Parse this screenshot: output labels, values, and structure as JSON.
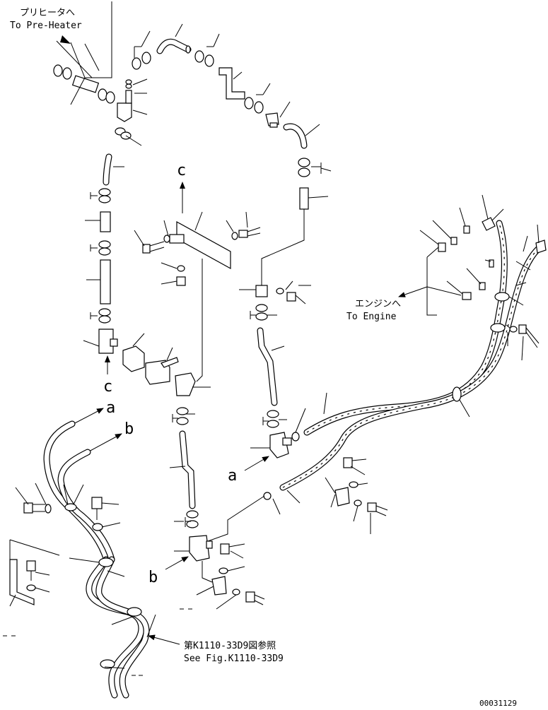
{
  "labels": {
    "preheater_jp": "プリヒータへ",
    "preheater_en": "To Pre-Heater",
    "engine_jp": "エンジンへ",
    "engine_en": "To Engine",
    "see_fig_jp": "第K1110-33D9図参照",
    "see_fig_en": "See Fig.K1110-33D9",
    "drawing_number": "00031129"
  },
  "ref_marks": {
    "c_top": "c",
    "c_bottom": "c",
    "a_upper": "a",
    "b_upper": "b",
    "a_lower": "a",
    "b_lower": "b"
  }
}
